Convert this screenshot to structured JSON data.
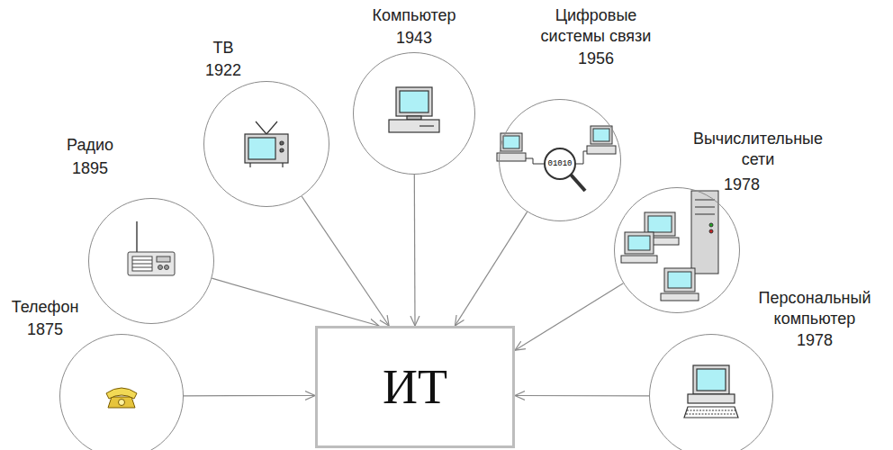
{
  "diagram": {
    "nodes": [
      {
        "text": [
          "Телефон",
          "1875"
        ]
      },
      {
        "text": [
          "Радио",
          "1895"
        ]
      },
      {
        "text": [
          "ТВ",
          "1922"
        ]
      },
      {
        "text": [
          "Компьютер",
          "1943"
        ]
      },
      {
        "text": [
          "Цифровые системы связи",
          "1956"
        ]
      },
      {
        "text": [
          "Вычислительные сети",
          "1978"
        ]
      },
      {
        "text": [
          "Персональный компьютер",
          "1978"
        ]
      },
      {
        "text": [
          "ИТ"
        ]
      }
    ],
    "edges": [
      {
        "from": 0,
        "to": 7,
        "arrow": "to"
      },
      {
        "from": 1,
        "to": 7,
        "arrow": "to"
      },
      {
        "from": 2,
        "to": 7,
        "arrow": "to"
      },
      {
        "from": 3,
        "to": 7,
        "arrow": "to"
      },
      {
        "from": 4,
        "to": 7,
        "arrow": "to"
      },
      {
        "from": 5,
        "to": 7,
        "arrow": "to"
      },
      {
        "from": 6,
        "to": 7,
        "arrow": "to"
      }
    ],
    "labels": [
      "01010"
    ]
  }
}
